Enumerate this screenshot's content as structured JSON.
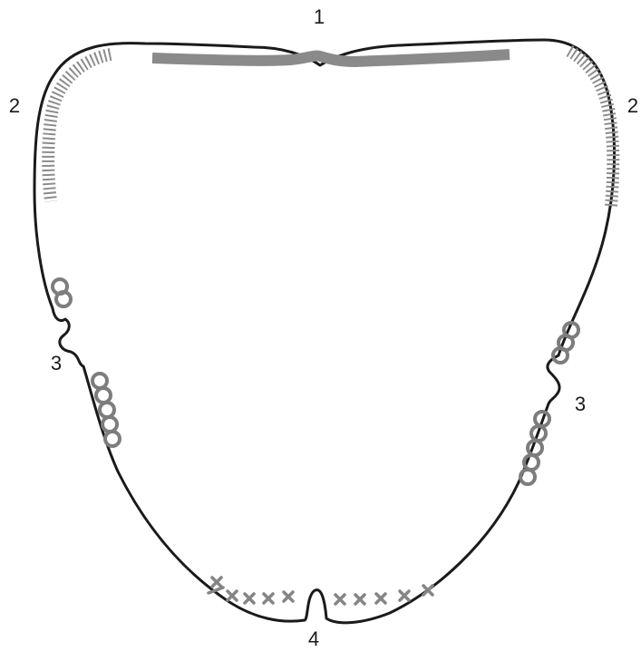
{
  "diagram": {
    "labels": {
      "top": "1",
      "upper_left": "2",
      "upper_right": "2",
      "mid_left": "3",
      "mid_right": "3",
      "bottom": "4"
    },
    "colors": {
      "outline": "#1a1a1a",
      "band": "#8a8a8a",
      "hatch": "#8c8c8c",
      "loops": "#7d7d7d",
      "crosses": "#858585"
    }
  }
}
